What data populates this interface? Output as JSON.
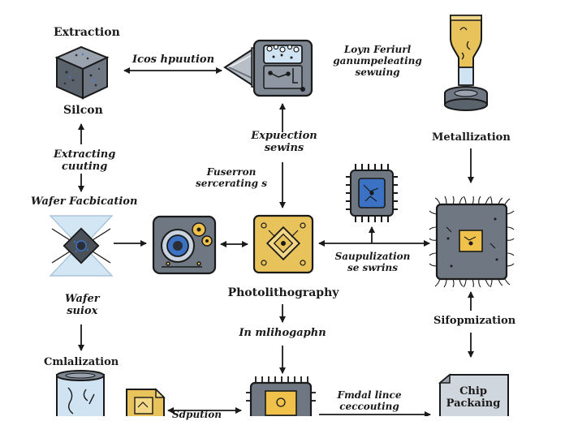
{
  "labels": {
    "extraction": "Extraction",
    "silicon": "Silcon",
    "extracting_1": "Extracting",
    "extracting_2": "cuuting",
    "wafer_fab": "Wafer Facbication",
    "wafer_1": "Wafer",
    "wafer_2": "suiox",
    "crystallization": "Cmlalization",
    "ion_implant": "Icos hpuution",
    "top_right_1": "Loyn Feriurl",
    "top_right_2": "ganumpeleating",
    "top_right_3": "sewuing",
    "metallization": "Metallization",
    "exp_1": "Expuection",
    "exp_2": "sewins",
    "fus_1": "Fuserron",
    "fus_2": "sercerating s",
    "photolithography": "Photolithography",
    "sap_1": "Saupulization",
    "sap_2": "se swrins",
    "in_mli": "In mlihogaphn",
    "optimization": "Sifopmization",
    "final_1": "Fmdal lince",
    "final_2": "ceccouting",
    "chip_pack_1": "Chip",
    "chip_pack_2": "Packaing",
    "bottom_partial": "Sdpution"
  },
  "icons": [
    "silicon-cube-icon",
    "cone-emitter-icon",
    "deposition-chamber-icon",
    "flask-icon",
    "wafer-chip-icon",
    "gear-machine-icon",
    "photomask-chip-icon",
    "microchip-icon",
    "metallized-chip-icon",
    "crystal-cylinder-icon",
    "document-icon",
    "packaged-chip-icon",
    "package-box-icon"
  ],
  "colors": {
    "stroke": "#1a1a1a",
    "gray": "#7d8691",
    "dark_gray": "#4a5058",
    "yellow": "#e8c25a",
    "gold": "#f0c24b",
    "blue": "#3b72c4",
    "light_blue": "#cfe3f2"
  }
}
